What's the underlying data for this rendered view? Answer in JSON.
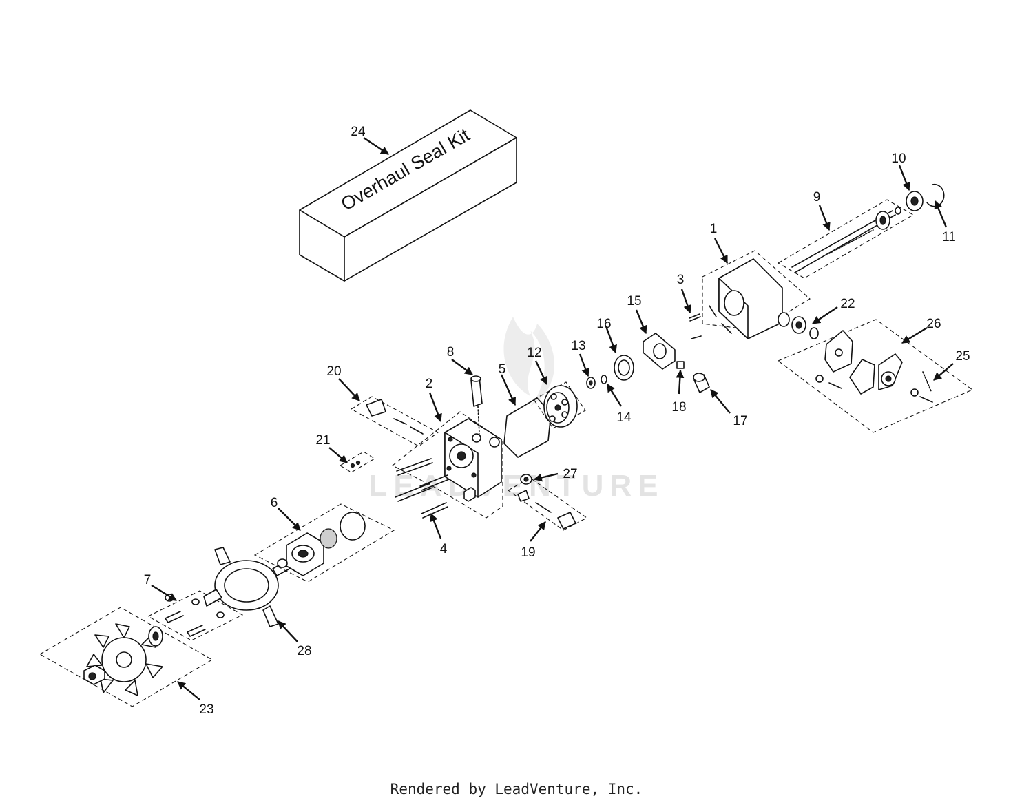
{
  "box": {
    "label": "Overhaul Seal Kit"
  },
  "watermark": {
    "text": "LEADVENTURE"
  },
  "callouts": [
    {
      "id": "1",
      "label": "1"
    },
    {
      "id": "2",
      "label": "2"
    },
    {
      "id": "3",
      "label": "3"
    },
    {
      "id": "4",
      "label": "4"
    },
    {
      "id": "5",
      "label": "5"
    },
    {
      "id": "6",
      "label": "6"
    },
    {
      "id": "7",
      "label": "7"
    },
    {
      "id": "8",
      "label": "8"
    },
    {
      "id": "9",
      "label": "9"
    },
    {
      "id": "10",
      "label": "10"
    },
    {
      "id": "11",
      "label": "11"
    },
    {
      "id": "12",
      "label": "12"
    },
    {
      "id": "13",
      "label": "13"
    },
    {
      "id": "14",
      "label": "14"
    },
    {
      "id": "15",
      "label": "15"
    },
    {
      "id": "16",
      "label": "16"
    },
    {
      "id": "17",
      "label": "17"
    },
    {
      "id": "18",
      "label": "18"
    },
    {
      "id": "19",
      "label": "19"
    },
    {
      "id": "20",
      "label": "20"
    },
    {
      "id": "21",
      "label": "21"
    },
    {
      "id": "22",
      "label": "22"
    },
    {
      "id": "23",
      "label": "23"
    },
    {
      "id": "24",
      "label": "24"
    },
    {
      "id": "25",
      "label": "25"
    },
    {
      "id": "26",
      "label": "26"
    },
    {
      "id": "27",
      "label": "27"
    },
    {
      "id": "28",
      "label": "28"
    }
  ],
  "footer": {
    "text": "Rendered by LeadVenture, Inc."
  }
}
